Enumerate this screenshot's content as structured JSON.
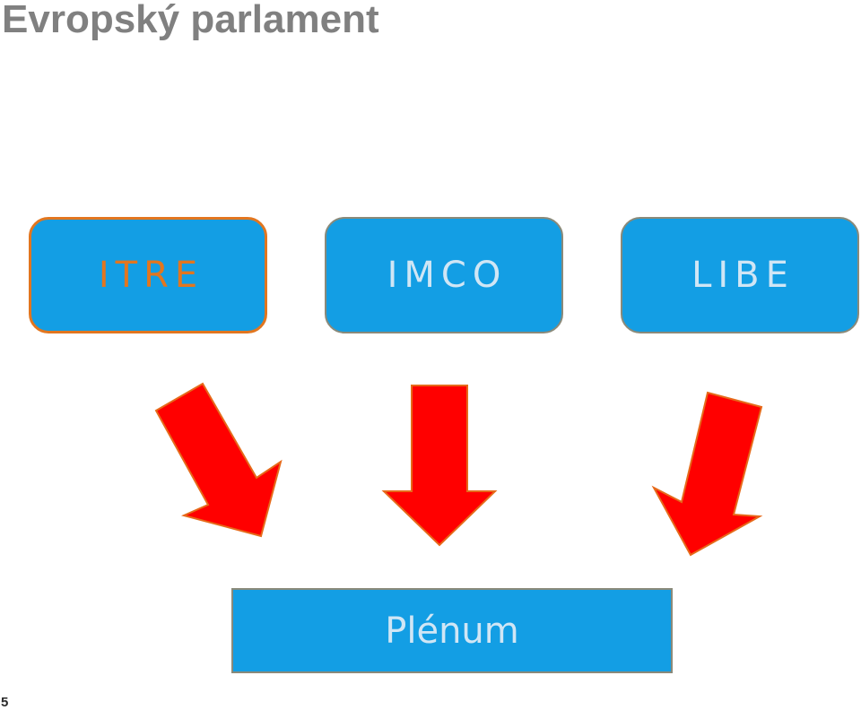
{
  "title": "Evropský parlament",
  "committees": [
    {
      "id": "itre",
      "label": "ITRE"
    },
    {
      "id": "imco",
      "label": "IMCO"
    },
    {
      "id": "libe",
      "label": "LIBE"
    }
  ],
  "target": {
    "label": "Plénum"
  },
  "page_number": "5",
  "colors": {
    "box_fill": "#139ee4",
    "highlight_border": "#e2761f",
    "arrow_fill": "#ff0000",
    "title_text": "#808080"
  }
}
